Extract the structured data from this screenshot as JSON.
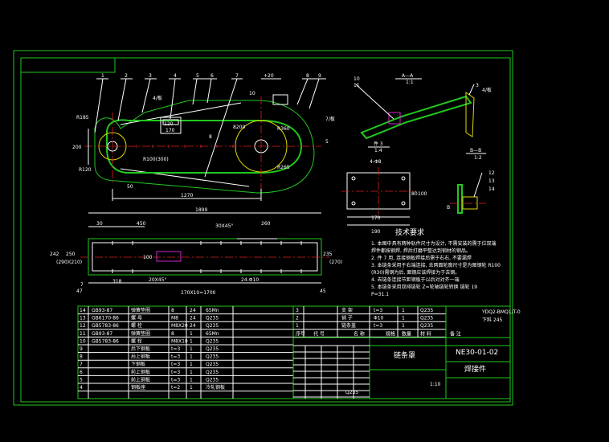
{
  "colors": {
    "background": "#000000",
    "frame": "#22c81e",
    "outline": "#ffffff",
    "dims": "#e0d800",
    "center": "#e02020",
    "chain": "#22c81e"
  },
  "top_view": {
    "dims": {
      "d1": "1270",
      "d2": "50",
      "d3": "R185",
      "d4": "200",
      "d5": "R120",
      "d6": "R100(300)",
      "d7": "170",
      "d8": "120",
      "d9": "R265",
      "d10": "R360",
      "d11": "5",
      "d12": "10",
      "d13": "+20",
      "d14": "5",
      "d15": "8",
      "d16": "8200"
    },
    "balloons": [
      "1",
      "2",
      "3",
      "4",
      "5",
      "6",
      "7",
      "8",
      "9",
      "8"
    ],
    "notes": [
      "4/板",
      "7/板",
      "3"
    ]
  },
  "front_view": {
    "dims": {
      "total": "1899",
      "a": "30",
      "b": "450",
      "c": "30X45°",
      "d": "260",
      "e": "242",
      "f": "(290)",
      "g": "250",
      "h": "(210)",
      "i": "47",
      "j": "7",
      "k": "318",
      "l": "20X45°",
      "m": "170X10=1700",
      "n": "45",
      "o": "24-Φ10",
      "p": "100",
      "q": "235",
      "r": "(270)"
    }
  },
  "aa_view": {
    "title": "A—A",
    "scale": "1:1",
    "balloon": "10",
    "balloon_sub": "11",
    "note": "3",
    "note_sub": "4/板"
  },
  "detail_view": {
    "title": "件 3",
    "scale": "1:4",
    "holes": "4-Φ8",
    "w": "170",
    "h": "80",
    "h2": "100",
    "w2": "190"
  },
  "bb_view": {
    "title": "B—B",
    "scale": "1:2",
    "balloons": [
      "12",
      "13",
      "14"
    ],
    "label": "B"
  },
  "tech_req": {
    "title": "技术要求",
    "items": [
      "1. 本图中具有两种轨件尺寸为设计, 不需安装的需于位双端",
      "   焊件都按钢焊, 焊后打磨平整达到钢材的钢品。",
      "2. 件 7 用, 连接钢板焊接后需于右右, 不要漏焊",
      "3. 本链条采用于右端连接, 去两面轮廓尺寸是为图钢轮    R100",
      "   (R30)需钢为后,    面钢应该焊接为于去钢。",
      "4. 去链条连接节距钢板于以后对对齐一端",
      "5. 本链条采用双排链轮 Z=轮轴链轮转换    链轮 19",
      "   P=31.1"
    ]
  },
  "parts_left": [
    [
      "14",
      "GB93-87",
      "弹簧垫圈",
      "8",
      "24",
      "65Mn",
      ""
    ],
    [
      "13",
      "GB6170-86",
      "螺 母",
      "M8",
      "24",
      "Q235",
      ""
    ],
    [
      "12",
      "GB5783-86",
      "螺 栓",
      "M8X20",
      "24",
      "Q235",
      ""
    ],
    [
      "11",
      "GB93-87",
      "弹簧垫圈",
      "8",
      "1",
      "65Mn",
      ""
    ],
    [
      "10",
      "GB5783-86",
      "螺 栓",
      "M8X10",
      "1",
      "Q235",
      ""
    ],
    [
      "9",
      "",
      "后下钢板",
      "t=3",
      "1",
      "Q235",
      ""
    ],
    [
      "8",
      "",
      "后上钢板",
      "t=3",
      "1",
      "Q235",
      ""
    ],
    [
      "7",
      "",
      "下钢板",
      "t=3",
      "1",
      "Q235",
      ""
    ],
    [
      "6",
      "",
      "前上钢板",
      "t=3",
      "1",
      "Q235",
      ""
    ],
    [
      "5",
      "",
      "前上钢板",
      "t=3",
      "1",
      "Q235",
      ""
    ],
    [
      "4",
      "",
      "钢板座",
      "t=2",
      "1",
      "冷轧钢板",
      ""
    ]
  ],
  "parts_right": [
    [
      "3",
      "",
      "支 架",
      "t=3",
      "1",
      "Q235"
    ],
    [
      "2",
      "",
      "销 子",
      "Φ10",
      "1",
      "Q235"
    ],
    [
      "1",
      "",
      "链条盖",
      "t=3",
      "1",
      "Q235"
    ]
  ],
  "title_block": {
    "drawing_no": "NE30-01-02",
    "name": "链条罩",
    "type": "焊接件",
    "header": [
      "序号",
      "代 号",
      "名 称",
      "规格",
      "数量",
      "材 料",
      "备 注"
    ],
    "scale": "1:10",
    "mass": "Q235",
    "sheet": "下料 245",
    "notes": "YDQ2-BMQ1/T-0"
  }
}
